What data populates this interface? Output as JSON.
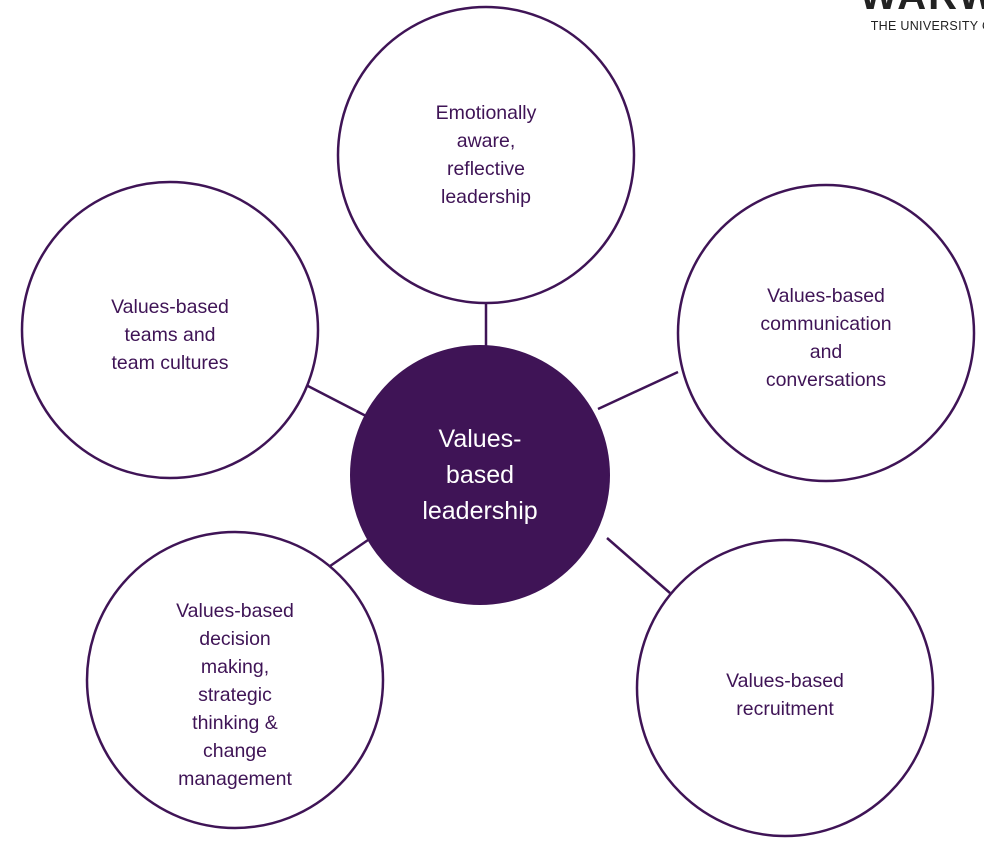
{
  "colors": {
    "accent": "#3f1456",
    "node_fill": "#ffffff",
    "center_text": "#ffffff"
  },
  "logo": {
    "mark": "WARW",
    "text": "THE UNIVERSITY O"
  },
  "diagram": {
    "center": {
      "label": "Values-\nbased\nleadership"
    },
    "nodes": [
      {
        "id": "emotional",
        "label": "Emotionally\naware,\nreflective\nleadership"
      },
      {
        "id": "communication",
        "label": "Values-based\ncommunication\nand\nconversations"
      },
      {
        "id": "recruitment",
        "label": "Values-based\nrecruitment"
      },
      {
        "id": "decision",
        "label": "Values-based\ndecision\nmaking,\nstrategic\nthinking &\nchange\nmanagement"
      },
      {
        "id": "teams",
        "label": "Values-based\nteams and\nteam cultures"
      }
    ]
  }
}
